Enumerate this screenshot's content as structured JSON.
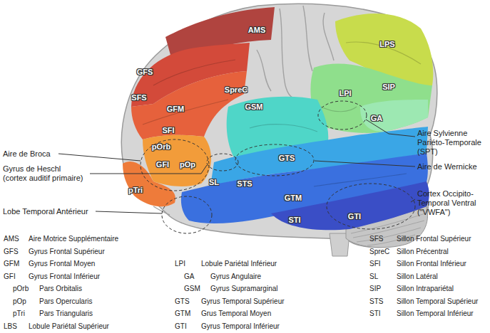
{
  "diagram": {
    "labels": [
      "AMS",
      "GFS",
      "SFS",
      "GFM",
      "SpreC",
      "SFI",
      "pOrb",
      "GFI",
      "pOp",
      "pTri",
      "SL",
      "LPS",
      "SIP",
      "LPI",
      "GA",
      "GSM",
      "GTS",
      "STS",
      "GTM",
      "STI",
      "GTI",
      "Aire de Broca",
      "Gyrus de Heschl (cortex auditif primaire)",
      "Lobe Temporal Antérieur",
      "Aire Sylvienne Pariéto-Temporale (SPT)",
      "Aire de Wernicke",
      "Cortex Occipito-Temporal Ventral (\"VWFA\")",
      "AMS",
      "Aire Motrice Supplémentaire",
      "GFS",
      "Gyrus Frontal Supérieur",
      "GFM",
      "Gyrus Frontal Moyen",
      "GFI",
      "Gyrus Frontal Inférieur",
      "pOrb",
      "Pars Orbitalis",
      "pOp",
      "Pars Opercularis",
      "pTri",
      "Pars Triangularis",
      "LBS",
      "Lobule Pariétal Supérieur",
      "LPI",
      "Lobule Pariétal Inférieur",
      "GA",
      "Gyrus Angulaire",
      "GSM",
      "Gyrus Supramarginal",
      "GTS",
      "Gyrus Temporal Supérieur",
      "GTM",
      "Grus Temporal Moyen",
      "GTI",
      "Gyrus Temporal Inférieur",
      "SFS",
      "Sillon Frontal Supérieur",
      "SpreC",
      "Sillon Précentral",
      "SFI",
      "Sillon Frontal Inférieur",
      "SL",
      "Sillon Latéral",
      "SIP",
      "Sillon Intrapariétal",
      "STS",
      "Sillon Temporal Supérieur",
      "STI",
      "Sillon Temporal Inférieur"
    ]
  }
}
